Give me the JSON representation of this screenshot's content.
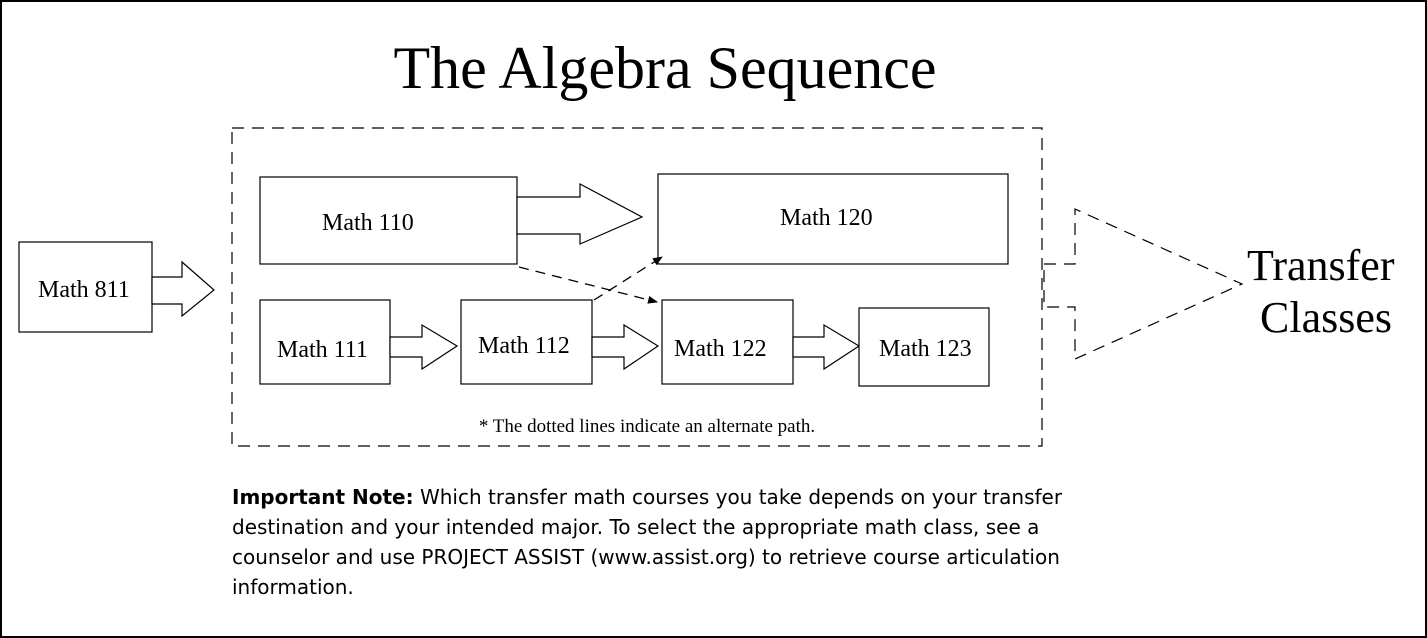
{
  "title": "The Algebra Sequence",
  "courses": {
    "math811": "Math 811",
    "math110": "Math 110",
    "math120": "Math 120",
    "math111": "Math 111",
    "math112": "Math 112",
    "math122": "Math 122",
    "math123": "Math 123"
  },
  "transfer": {
    "line1": "Transfer",
    "line2": "Classes"
  },
  "footnote": "* The dotted lines indicate an alternate path.",
  "note": {
    "label": "Important Note:",
    "text": "Which transfer math courses you take depends on your transfer destination and your intended major. To select the appropriate math class, see a counselor and use PROJECT ASSIST (www.assist.org) to retrieve course articulation information."
  }
}
